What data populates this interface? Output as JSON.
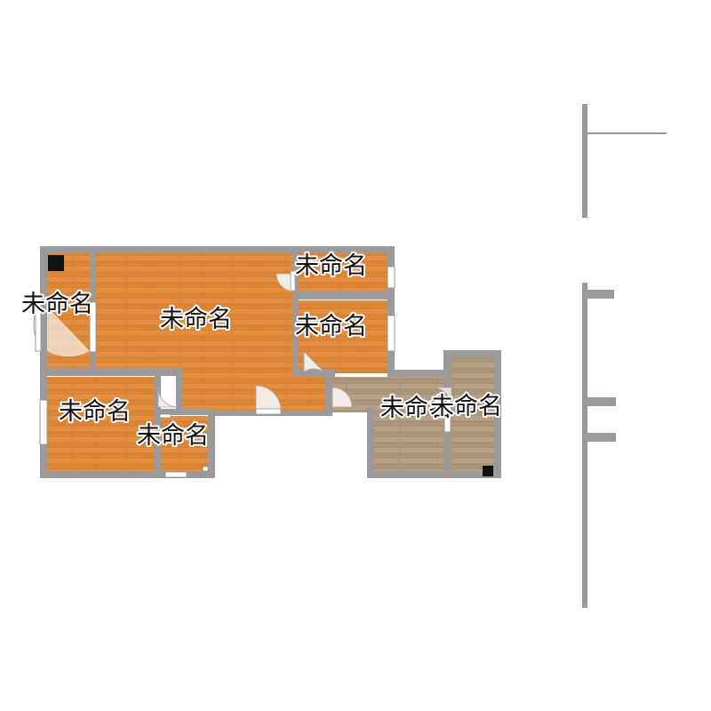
{
  "floor_plan": {
    "rooms": [
      {
        "id": "room-left-strip",
        "name": "未命名",
        "floor": "orange-wood"
      },
      {
        "id": "room-main-hall",
        "name": "未命名",
        "floor": "orange-wood"
      },
      {
        "id": "room-small-top",
        "name": "未命名",
        "floor": "orange-wood"
      },
      {
        "id": "room-mid-right",
        "name": "未命名",
        "floor": "orange-wood"
      },
      {
        "id": "room-bottom-left",
        "name": "未命名",
        "floor": "orange-wood"
      },
      {
        "id": "room-bath",
        "name": "未命名",
        "floor": "orange-wood"
      },
      {
        "id": "room-grey-big",
        "name": "未命名",
        "floor": "grey-wood"
      },
      {
        "id": "room-grey-narrow",
        "name": "未命名",
        "floor": "grey-wood"
      }
    ]
  },
  "colors": {
    "wall": "#9a9a9a",
    "floor_orange": "#e08a3c",
    "floor_grey": "#b09a7e",
    "door_leaf": "#f3ece4",
    "window": "#ffffff",
    "column": "#111111",
    "background": "#ffffff"
  }
}
